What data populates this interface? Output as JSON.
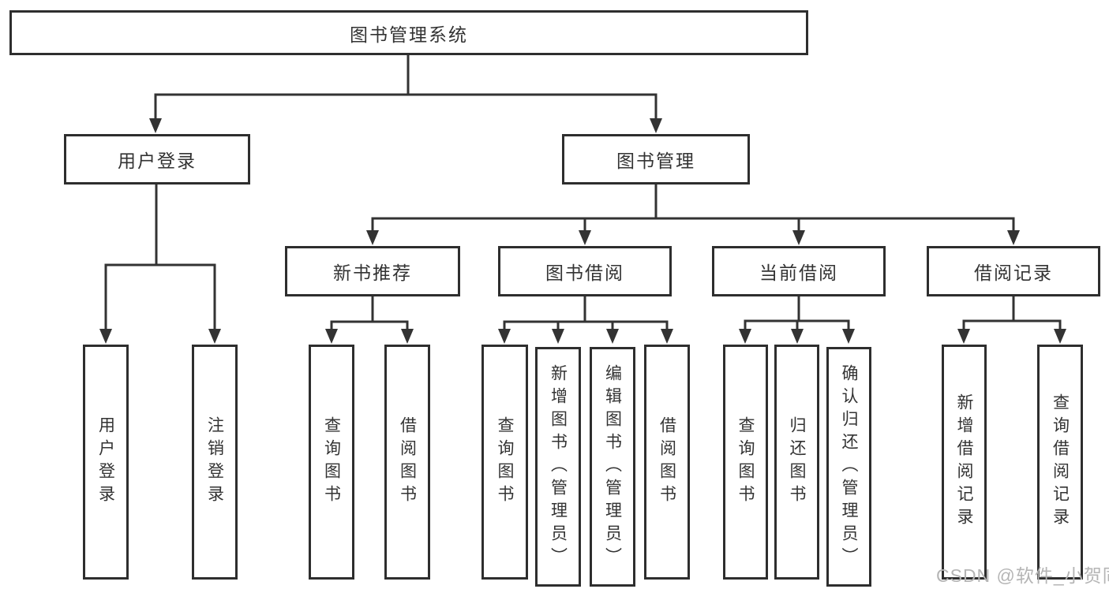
{
  "tree": {
    "root": {
      "label": "图书管理系统",
      "children": [
        {
          "label": "用户登录",
          "children": [
            {
              "label": "用户登录"
            },
            {
              "label": "注销登录"
            }
          ]
        },
        {
          "label": "图书管理",
          "children": [
            {
              "label": "新书推荐",
              "children": [
                {
                  "label": "查询图书"
                },
                {
                  "label": "借阅图书"
                }
              ]
            },
            {
              "label": "图书借阅",
              "children": [
                {
                  "label": "查询图书"
                },
                {
                  "label": "新增图书（管理员）"
                },
                {
                  "label": "编辑图书（管理员）"
                },
                {
                  "label": "借阅图书"
                }
              ]
            },
            {
              "label": "当前借阅",
              "children": [
                {
                  "label": "查询图书"
                },
                {
                  "label": "归还图书"
                },
                {
                  "label": "确认归还（管理员）"
                }
              ]
            },
            {
              "label": "借阅记录",
              "children": [
                {
                  "label": "新增借阅记录"
                },
                {
                  "label": "查询借阅记录"
                }
              ]
            }
          ]
        }
      ]
    }
  },
  "watermark": {
    "text": "CSDN @软件_小贺同学"
  },
  "colors": {
    "line": "#333333",
    "border": "#2e2e2e",
    "text": "#333333",
    "watermark": "#b5b5b5",
    "background": "#ffffff"
  }
}
